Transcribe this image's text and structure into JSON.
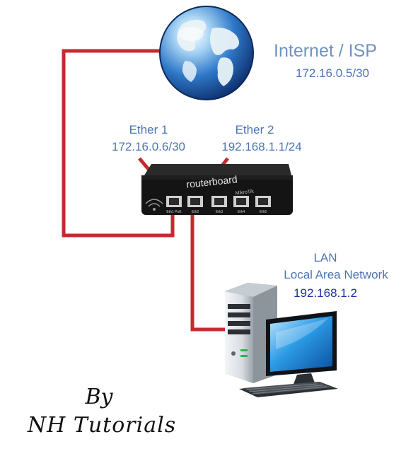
{
  "internet": {
    "title": "Internet / ISP",
    "ip": "172.16.0.5/30"
  },
  "ether1": {
    "name": "Ether 1",
    "ip": "172.16.0.6/30"
  },
  "ether2": {
    "name": "Ether 2",
    "ip": "192.168.1.1/24"
  },
  "lan": {
    "title": "LAN",
    "subtitle": "Local Area Network",
    "ip": "192.168.1.2"
  },
  "router": {
    "brand": "routerboard",
    "vendor": "MikroTik",
    "port_labels": [
      "Eth1 PoE",
      "Eth2",
      "Eth3",
      "Eth4",
      "Eth5"
    ]
  },
  "credit": {
    "line1": "By",
    "line2": "NH Tutorials"
  },
  "colors": {
    "cable": "#c62a31",
    "label_blue": "#4a74b5",
    "title_blue": "#6f93bf",
    "lan_ip": "#1e2fa8",
    "router_body": "#141414"
  }
}
